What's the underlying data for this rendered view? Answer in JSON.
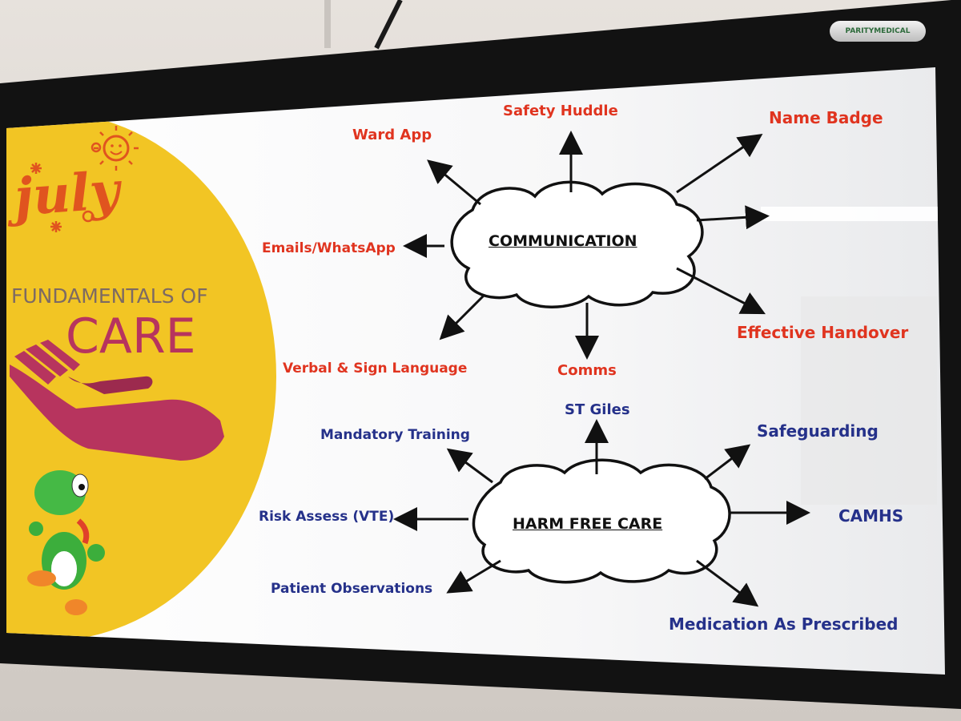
{
  "month": "july",
  "fundamentals": {
    "line1": "FUNDAMENTALS OF",
    "line2": "CARE"
  },
  "brand": "PARITYMEDICAL",
  "communication": {
    "title": "COMMUNICATION",
    "items": [
      "Ward App",
      "Safety Huddle",
      "Name Badge",
      "Emails/WhatsApp",
      "Verbal & Sign Language",
      "Comms",
      "Effective Handover"
    ]
  },
  "harm_free_care": {
    "title": "HARM FREE CARE",
    "items": [
      "Mandatory Training",
      "ST Giles",
      "Safeguarding",
      "Risk Assess (VTE)",
      "CAMHS",
      "Patient Observations",
      "Medication As Prescribed"
    ]
  },
  "colors": {
    "top_labels": "#e0341f",
    "bottom_labels": "#25318a",
    "yellow_panel": "#f2c524",
    "hand": "#b7345e"
  }
}
